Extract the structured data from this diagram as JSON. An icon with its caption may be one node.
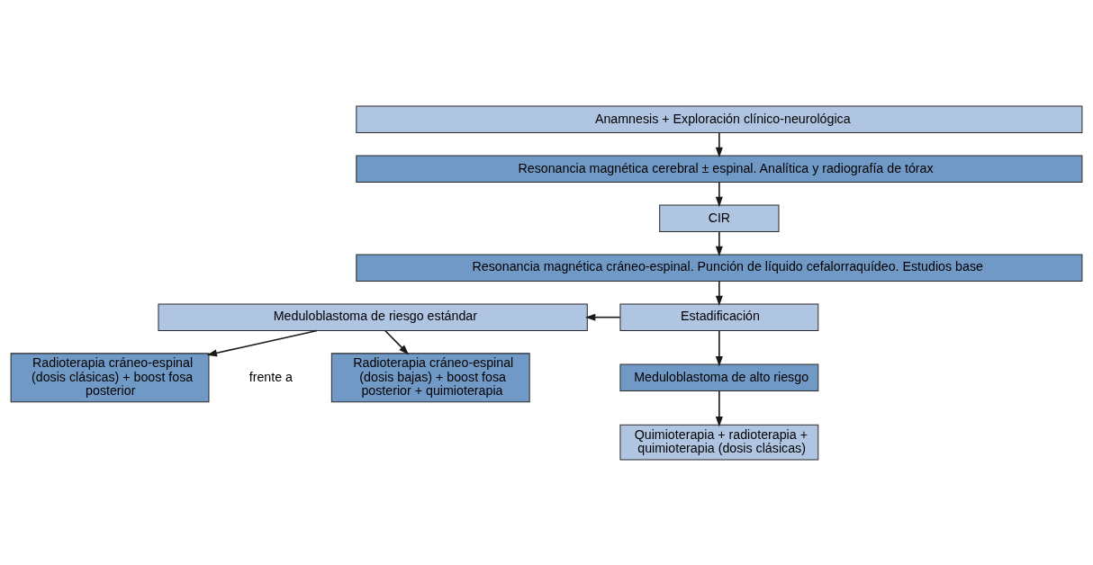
{
  "diagram": {
    "nodes": [
      {
        "text": [
          "Anamnesis + Exploración clínico-neurológica"
        ]
      },
      {
        "text": [
          "Resonancia magnética cerebral ± espinal. Analítica y radiografía de tórax"
        ]
      },
      {
        "text": [
          "CIR"
        ]
      },
      {
        "text": [
          "Resonancia magnética cráneo-espinal. Punción de líquido cefalorraquídeo. Estudios base"
        ]
      },
      {
        "text": [
          "Meduloblastoma de riesgo estándar"
        ]
      },
      {
        "text": [
          "Estadificación"
        ]
      },
      {
        "text": [
          "Radioterapia cráneo-espinal (dosis clásicas) + boost fosa posterior"
        ]
      },
      {
        "text": [
          "Radioterapia cráneo-espinal (dosis bajas) + boost fosa posterior + quimioterapia"
        ]
      },
      {
        "text": [
          "Meduloblastoma de alto riesgo"
        ]
      },
      {
        "text": [
          "Quimioterapia + radioterapia + quimioterapia (dosis clásicas)"
        ]
      }
    ],
    "edges": [
      {
        "from": 0,
        "to": 1,
        "arrow": "to"
      },
      {
        "from": 1,
        "to": 2,
        "arrow": "to"
      },
      {
        "from": 2,
        "to": 3,
        "arrow": "to"
      },
      {
        "from": 3,
        "to": 5,
        "arrow": "to"
      },
      {
        "from": 5,
        "to": 4,
        "arrow": "to"
      },
      {
        "from": 4,
        "to": 6,
        "arrow": "to"
      },
      {
        "from": 4,
        "to": 7,
        "arrow": "to"
      },
      {
        "from": 5,
        "to": 8,
        "arrow": "to"
      },
      {
        "from": 8,
        "to": 9,
        "arrow": "to"
      }
    ],
    "labels": [
      "frente a"
    ]
  }
}
